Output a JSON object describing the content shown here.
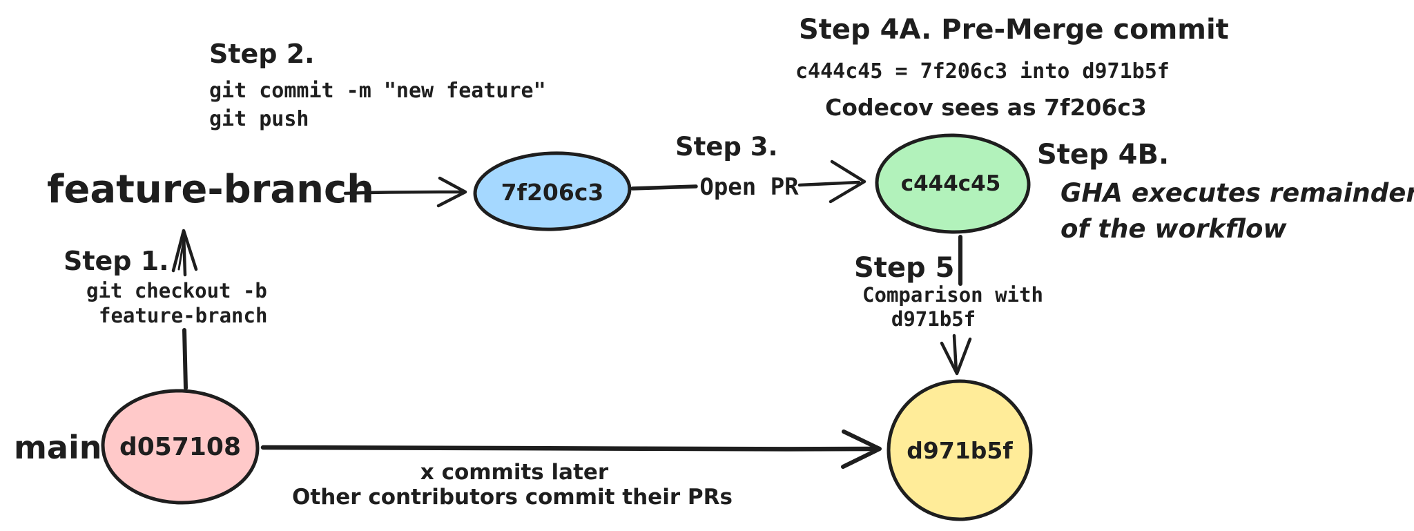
{
  "colors": {
    "stroke": "#1e1e1e",
    "feature_commit_fill": "#a5d8ff",
    "premerge_commit_fill": "#b2f2bb",
    "main_base_fill": "#ffc9c9",
    "main_head_fill": "#ffec99"
  },
  "branches": {
    "feature_label": "feature-branch",
    "main_label": "main"
  },
  "nodes": {
    "feature_commit": "7f206c3",
    "premerge_commit": "c444c45",
    "main_base_commit": "d057108",
    "main_head_commit": "d971b5f"
  },
  "steps": {
    "step1": {
      "title": "Step 1.",
      "command_line1": "git checkout -b",
      "command_line2": "feature-branch"
    },
    "step2": {
      "title": "Step 2.",
      "command_line1": "git commit -m \"new feature\"",
      "command_line2": "git push"
    },
    "step3": {
      "title": "Step 3.",
      "action": "Open PR"
    },
    "step4a": {
      "title": "Step 4A. Pre-Merge commit",
      "detail": "c444c45 = 7f206c3 into d971b5f",
      "note": "Codecov sees as 7f206c3"
    },
    "step4b": {
      "title": "Step 4B.",
      "line1": "GHA executes remainder",
      "line2": "of the workflow"
    },
    "step5": {
      "title": "Step 5",
      "line1": "Comparison with",
      "line2": "d971b5f"
    }
  },
  "main_timeline": {
    "note_line1": "x commits later",
    "note_line2": "Other contributors commit their PRs"
  }
}
